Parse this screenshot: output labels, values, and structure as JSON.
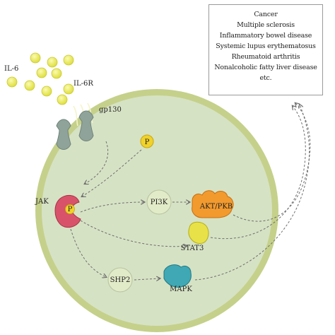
{
  "ligand_label": "IL-6",
  "receptor_label": "IL-6R",
  "transducer_label": "gp130",
  "kinase_label": "JAK",
  "phosphate_label": "P",
  "nodes": {
    "pi3k": "PI3K",
    "akt": "AKT/PKB",
    "stat3": "STAT3",
    "shp2": "SHP2",
    "mapk": "MAPK"
  },
  "diseases": [
    "Cancer",
    "Multiple sclerosis",
    "Inflammatory bowel disease",
    "Systemic lupus erythematosus",
    "Rheumatoid arthritis",
    "Nonalcoholic fatty liver disease",
    "etc."
  ],
  "colors": {
    "membrane": "#c5d08a",
    "cytoplasm": "#d6e2c4",
    "il6": "#ecec5a",
    "receptor": "#8fa39a",
    "jak": "#d8536a",
    "phosphate": "#f0d22a",
    "akt": "#f29a2e",
    "stat3": "#e8e248",
    "mapk": "#3fa8b4",
    "node": "#e2ebc8"
  }
}
